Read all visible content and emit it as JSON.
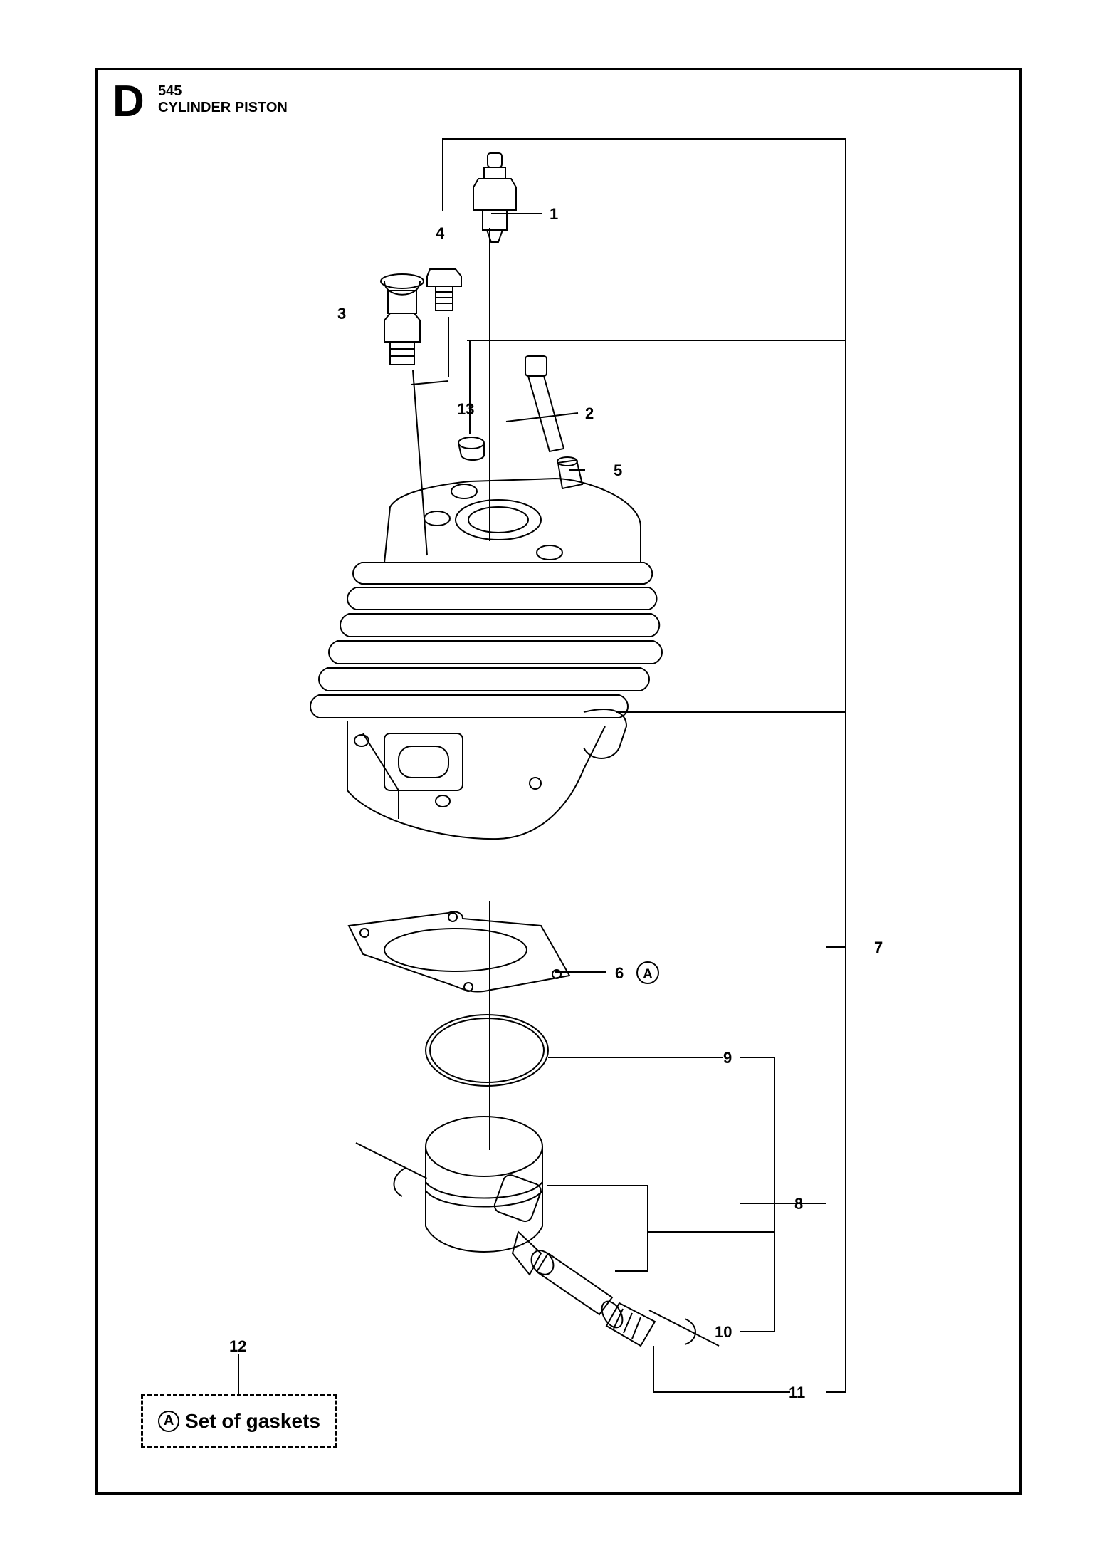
{
  "header": {
    "section_letter": "D",
    "model": "545",
    "title": "CYLINDER PISTON"
  },
  "callouts": [
    "1",
    "2",
    "3",
    "4",
    "5",
    "6",
    "7",
    "8",
    "9",
    "10",
    "11",
    "12",
    "13"
  ],
  "gasket_marker": "A",
  "legend": {
    "marker": "A",
    "text": "Set of gaskets"
  }
}
